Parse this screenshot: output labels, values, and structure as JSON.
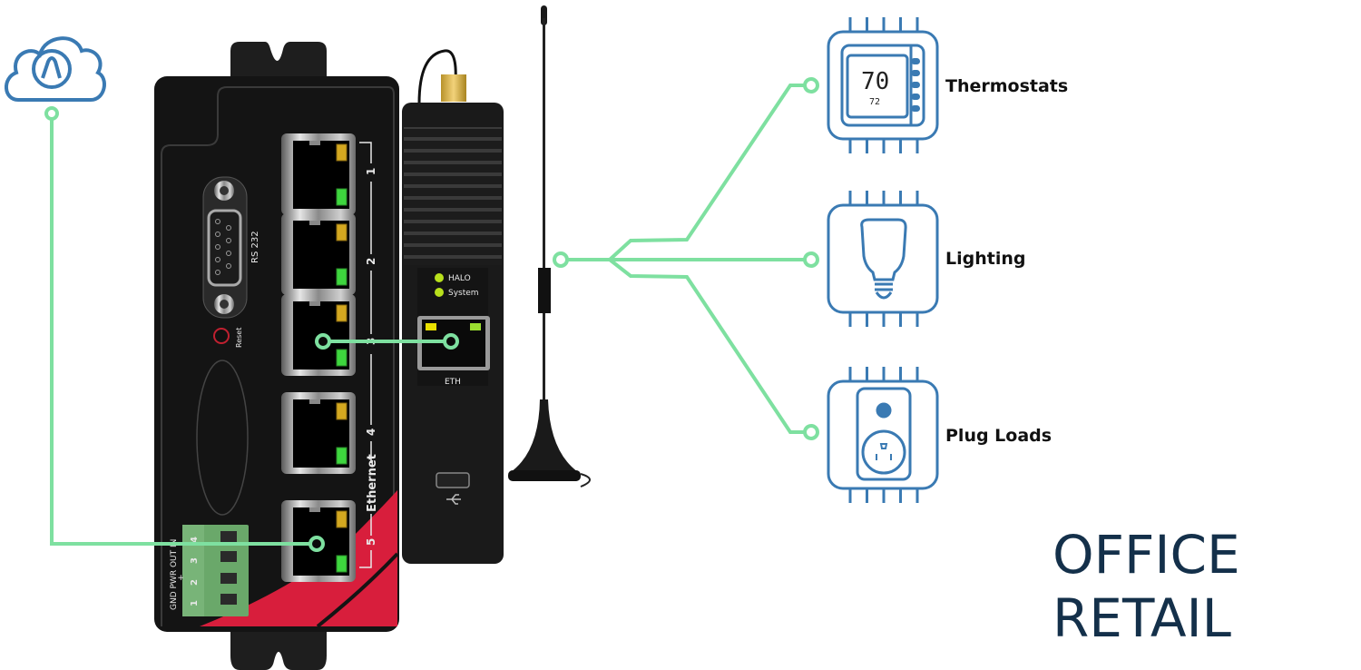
{
  "diagram": {
    "title_lines": [
      "OFFICE",
      "RETAIL"
    ],
    "colors": {
      "connector": "#7ee0a0",
      "icon_blue": "#3a7ab3",
      "title": "#14304a",
      "device_body": "#141414",
      "accent_red": "#d81e3c",
      "terminal_green": "#6aa86a"
    },
    "cloud": {
      "icon": "cloud-logo-icon"
    },
    "gateway": {
      "ports": [
        {
          "label": "1"
        },
        {
          "label": "2"
        },
        {
          "label": "3"
        },
        {
          "label": "4"
        },
        {
          "label": "5"
        }
      ],
      "ethernet_label": "Ethernet",
      "serial_label": "RS 232",
      "reset_label": "Reset",
      "terminal_header": "GND PWR OUT IN",
      "terminal_plus": "+",
      "terminal_pins": [
        "1",
        "2",
        "3",
        "4"
      ]
    },
    "radio": {
      "leds": [
        {
          "label": "HALO"
        },
        {
          "label": "System"
        }
      ],
      "eth_label": "ETH",
      "usb_icon": "usb-icon"
    },
    "devices": [
      {
        "label": "Thermostats",
        "icon": "thermostat-icon",
        "display_main": "70",
        "display_sub": "72"
      },
      {
        "label": "Lighting",
        "icon": "light-bulb-icon"
      },
      {
        "label": "Plug Loads",
        "icon": "smart-plug-icon"
      }
    ]
  }
}
